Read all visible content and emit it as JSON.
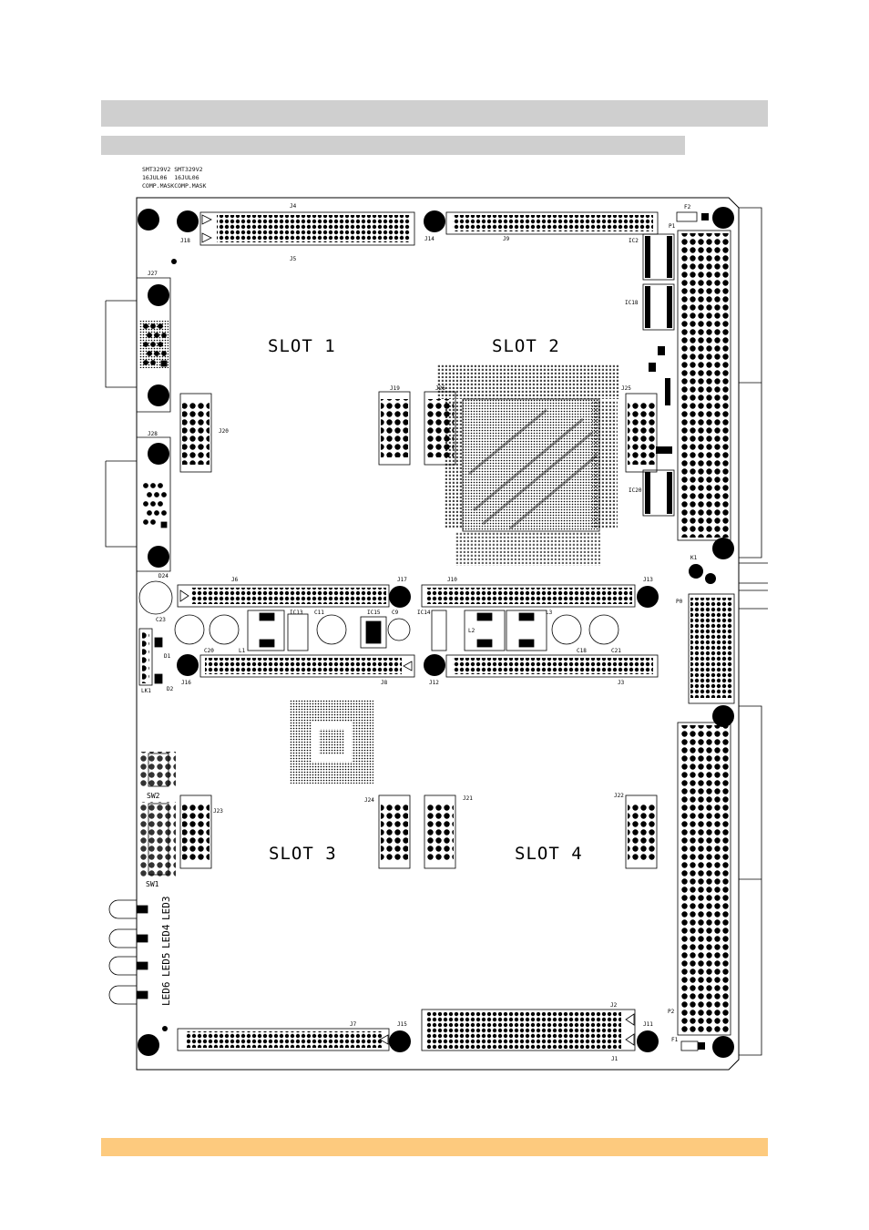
{
  "header": {
    "line1": "SMT329V2 SMT329V2",
    "line2": "16JUL06  16JUL06",
    "line3": "COMP.MASKCOMP.MASK"
  },
  "slots": {
    "slot1": "SLOT 1",
    "slot2": "SLOT 2",
    "slot3": "SLOT 3",
    "slot4": "SLOT 4"
  },
  "connectors": {
    "j4": "J4",
    "j5": "J5",
    "j18": "J18",
    "j14": "J14",
    "j9": "J9",
    "j27": "J27",
    "j28": "J28",
    "j20": "J20",
    "j19": "J19",
    "j26": "J26",
    "j25": "J25",
    "j6": "J6",
    "j17": "J17",
    "j10": "J10",
    "j13": "J13",
    "j16": "J16",
    "j8": "J8",
    "j12": "J12",
    "j3": "J3",
    "j23": "J23",
    "j24": "J24",
    "j21": "J21",
    "j22": "J22",
    "j7": "J7",
    "j15": "J15",
    "j2": "J2",
    "j11": "J11",
    "j1": "J1"
  },
  "components": {
    "p1": "P1",
    "p2": "P2",
    "p0": "P0",
    "f1": "F1",
    "f2": "F2",
    "ic2": "IC2",
    "ic18": "IC18",
    "ic20": "IC20",
    "ic13": "IC13",
    "ic15": "IC15",
    "ic14": "IC14",
    "l1": "L1",
    "l2": "L2",
    "l3": "L3",
    "k1": "K1",
    "d24": "D24",
    "c23": "C23",
    "c20": "C20",
    "c11": "C11",
    "c9": "C9",
    "c18": "C18",
    "c21": "C21",
    "lk1": "LK1",
    "d1": "D1",
    "d2": "D2"
  },
  "switches": {
    "sw1": "SW1",
    "sw2": "SW2"
  },
  "leds": {
    "led3": "LED3",
    "led4": "LED4",
    "led5": "LED5",
    "led6": "LED6"
  }
}
